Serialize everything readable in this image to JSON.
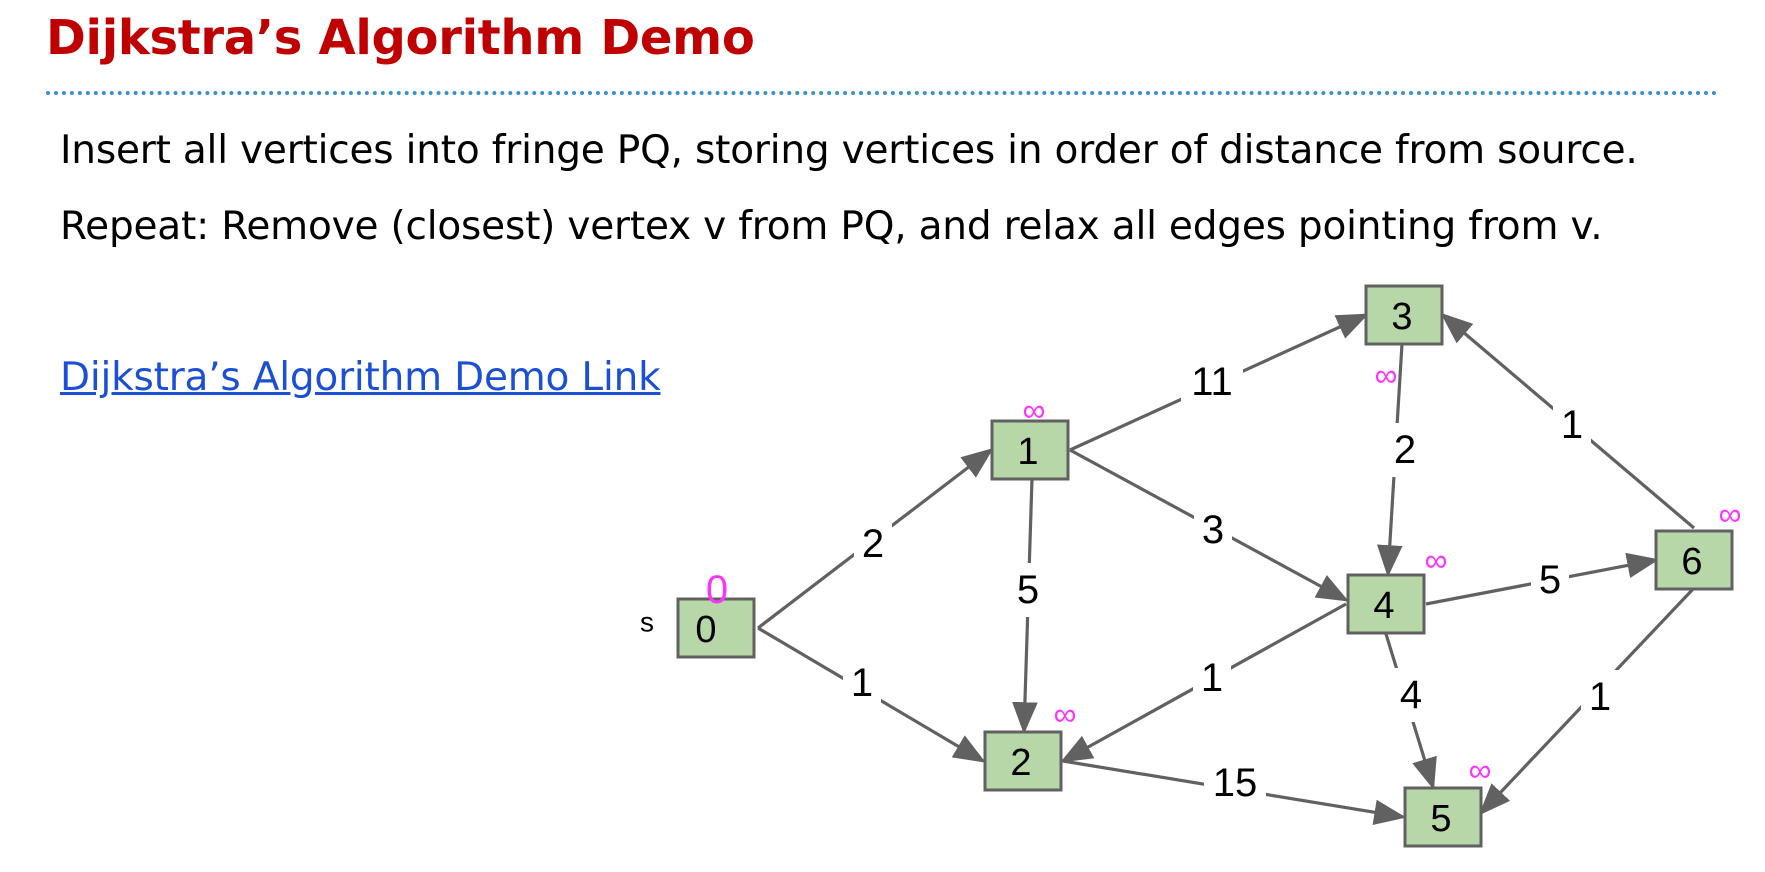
{
  "slide": {
    "title": "Dijkstra’s Algorithm Demo",
    "lines": [
      "Insert all vertices into fringe PQ, storing vertices in order of distance from source.",
      "Repeat: Remove (closest) vertex v from PQ, and relax all edges pointing from v."
    ],
    "link_text": "Dijkstra’s Algorithm Demo Link"
  },
  "graph": {
    "source_marker": "s",
    "colors": {
      "node_fill": "#b7d7a8",
      "node_stroke": "#616161",
      "edge": "#616161",
      "distance": "#ff33ff"
    },
    "nodes": [
      {
        "id": "0",
        "label": "0",
        "distance": "0"
      },
      {
        "id": "1",
        "label": "1",
        "distance": "∞"
      },
      {
        "id": "2",
        "label": "2",
        "distance": "∞"
      },
      {
        "id": "3",
        "label": "3",
        "distance": "∞"
      },
      {
        "id": "4",
        "label": "4",
        "distance": "∞"
      },
      {
        "id": "5",
        "label": "5",
        "distance": "∞"
      },
      {
        "id": "6",
        "label": "6",
        "distance": "∞"
      }
    ],
    "edges": [
      {
        "from": "0",
        "to": "1",
        "weight": "2"
      },
      {
        "from": "0",
        "to": "2",
        "weight": "1"
      },
      {
        "from": "1",
        "to": "3",
        "weight": "11"
      },
      {
        "from": "1",
        "to": "2",
        "weight": "5"
      },
      {
        "from": "1",
        "to": "4",
        "weight": "3"
      },
      {
        "from": "3",
        "to": "4",
        "weight": "2"
      },
      {
        "from": "6",
        "to": "3",
        "weight": "1"
      },
      {
        "from": "4",
        "to": "6",
        "weight": "5"
      },
      {
        "from": "4",
        "to": "2",
        "weight": "1"
      },
      {
        "from": "4",
        "to": "5",
        "weight": "4"
      },
      {
        "from": "2",
        "to": "5",
        "weight": "15"
      },
      {
        "from": "6",
        "to": "5",
        "weight": "1"
      }
    ]
  }
}
